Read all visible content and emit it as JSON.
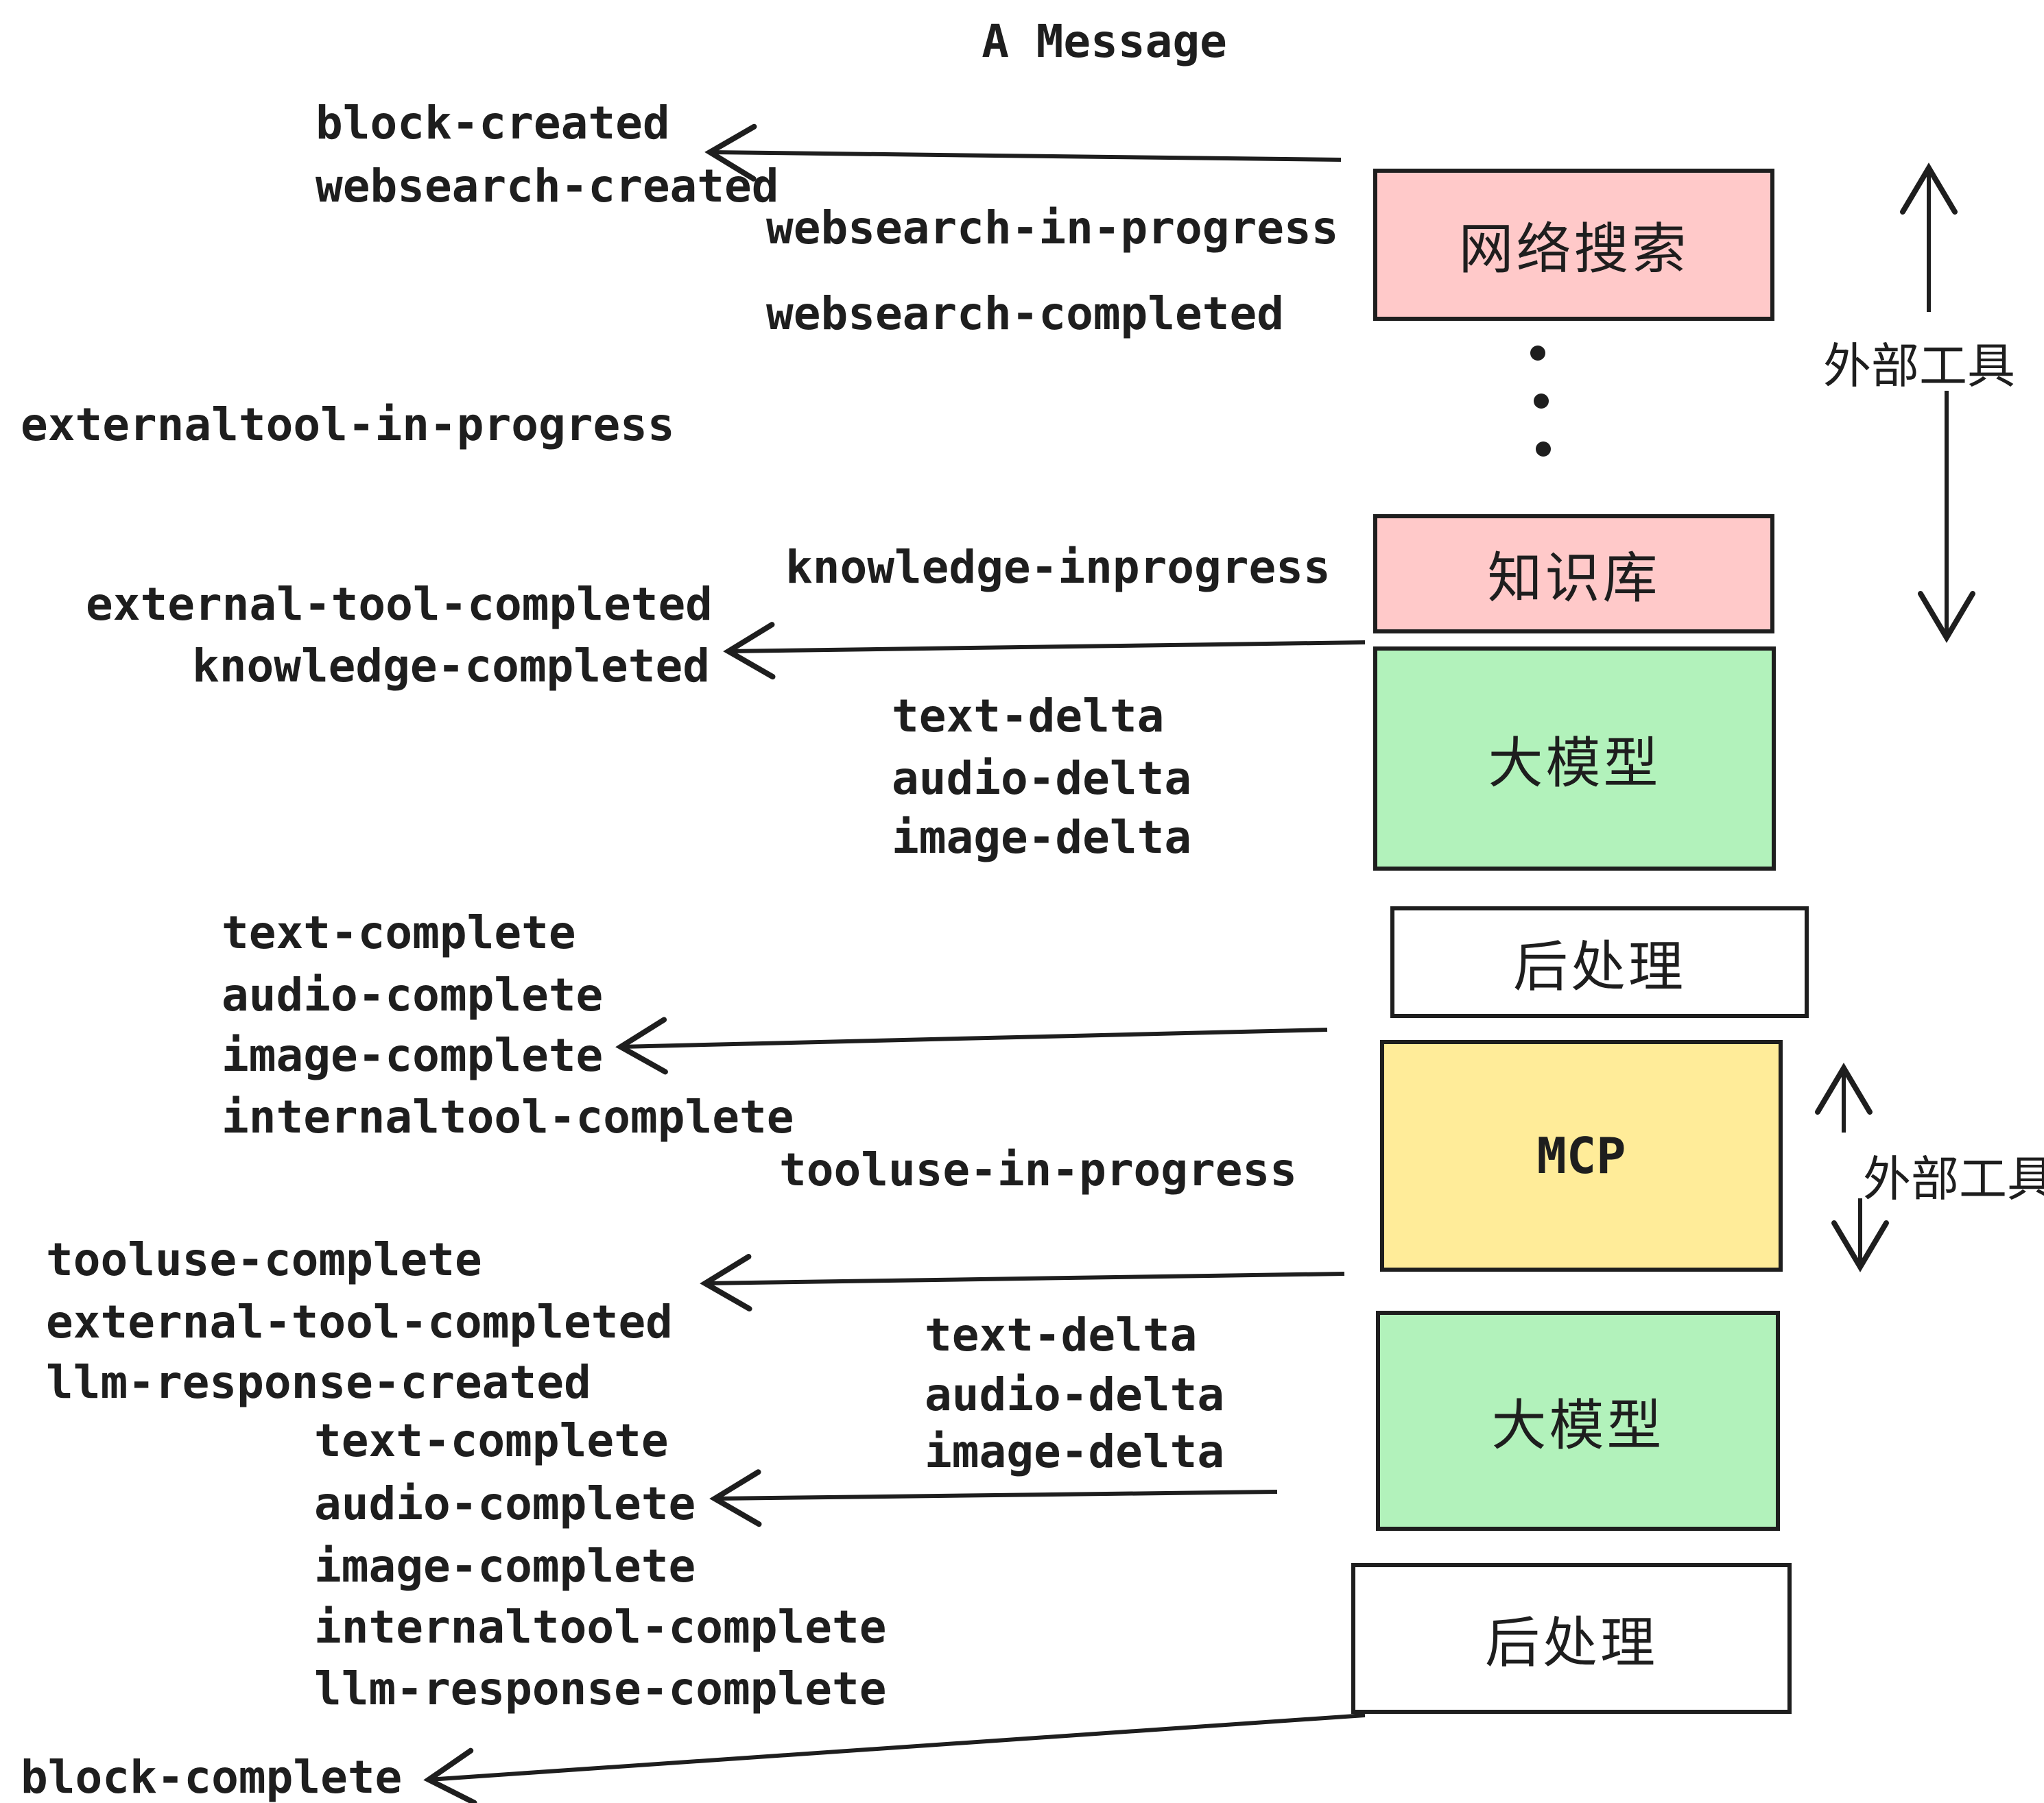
{
  "title": "A Message",
  "boxes": {
    "websearch": {
      "label": "网络搜索",
      "color": "#ffc9c9"
    },
    "knowledge": {
      "label": "知识库",
      "color": "#ffc9c9"
    },
    "llm1": {
      "label": "大模型",
      "color": "#b2f2bb"
    },
    "post1": {
      "label": "后处理",
      "color": "#ffffff"
    },
    "mcp": {
      "label": "MCP",
      "color": "#ffec99"
    },
    "llm2": {
      "label": "大模型",
      "color": "#b2f2bb"
    },
    "post2": {
      "label": "后处理",
      "color": "#ffffff"
    }
  },
  "side_labels": {
    "external_tool_top": "外部工具",
    "external_tool_bottom": "外部工具"
  },
  "events": {
    "block_created": "block-created",
    "websearch_created": "websearch-created",
    "websearch_in_progress": "websearch-in-progress",
    "websearch_completed": "websearch-completed",
    "externaltool_in_progress": "externaltool-in-progress",
    "knowledge_inprogress": "knowledge-inprogress",
    "external_tool_completed_1": "external-tool-completed",
    "knowledge_completed": "knowledge-completed",
    "text_delta_1": "text-delta",
    "audio_delta_1": "audio-delta",
    "image_delta_1": "image-delta",
    "text_complete_1": "text-complete",
    "audio_complete_1": "audio-complete",
    "image_complete_1": "image-complete",
    "internaltool_complete_1": "internaltool-complete",
    "tooluse_in_progress": "tooluse-in-progress",
    "tooluse_complete": "tooluse-complete",
    "external_tool_completed_2": "external-tool-completed",
    "llm_response_created": "llm-response-created",
    "text_complete_2": "text-complete",
    "audio_complete_2": "audio-complete",
    "text_delta_2": "text-delta",
    "audio_delta_2": "audio-delta",
    "image_delta_2": "image-delta",
    "image_complete_2": "image-complete",
    "internaltool_complete_2": "internaltool-complete",
    "llm_response_complete": "llm-response-complete",
    "block_complete": "block-complete"
  },
  "colors": {
    "stroke": "#1e1e1e",
    "background": "#ffffff",
    "pink": "#ffc9c9",
    "green": "#b2f2bb",
    "yellow": "#ffec99"
  }
}
